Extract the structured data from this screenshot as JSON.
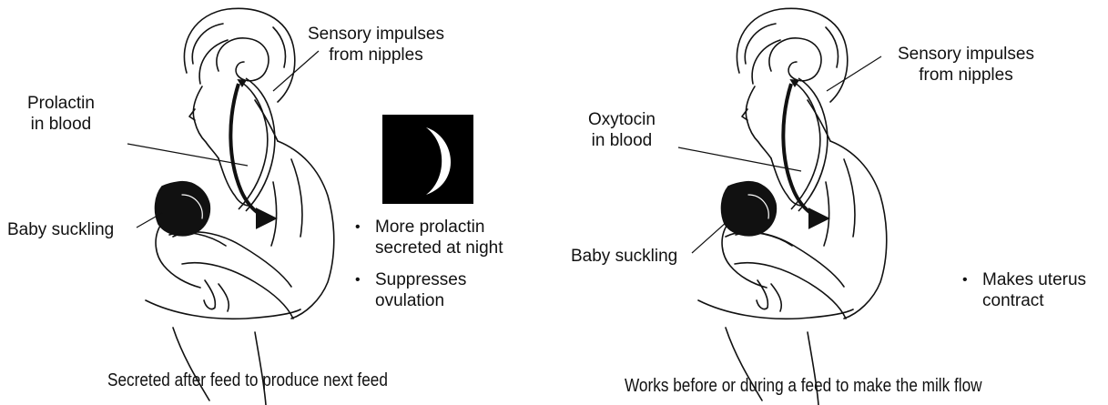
{
  "left_panel": {
    "label_sensory_line1": "Sensory impulses",
    "label_sensory_line2": "from nipples",
    "label_hormone_line1": "Prolactin",
    "label_hormone_line2": "in blood",
    "label_baby": "Baby suckling",
    "bullets": [
      {
        "line1": "More prolactin",
        "line2": "secreted at night"
      },
      {
        "line1": "Suppresses",
        "line2": "ovulation"
      }
    ],
    "caption": "Secreted after feed to produce next feed",
    "night_icon": "crescent-moon-icon"
  },
  "right_panel": {
    "label_sensory_line1": "Sensory impulses",
    "label_sensory_line2": "from nipples",
    "label_hormone_line1": "Oxytocin",
    "label_hormone_line2": "in blood",
    "label_baby": "Baby suckling",
    "bullets": [
      {
        "line1": "Makes uterus",
        "line2": "contract"
      }
    ],
    "caption": "Works before or during a feed to make the milk flow"
  },
  "bullet_glyph": "•",
  "colors": {
    "ink": "#111111",
    "moon_box": "#000000",
    "moon": "#ffffff"
  }
}
